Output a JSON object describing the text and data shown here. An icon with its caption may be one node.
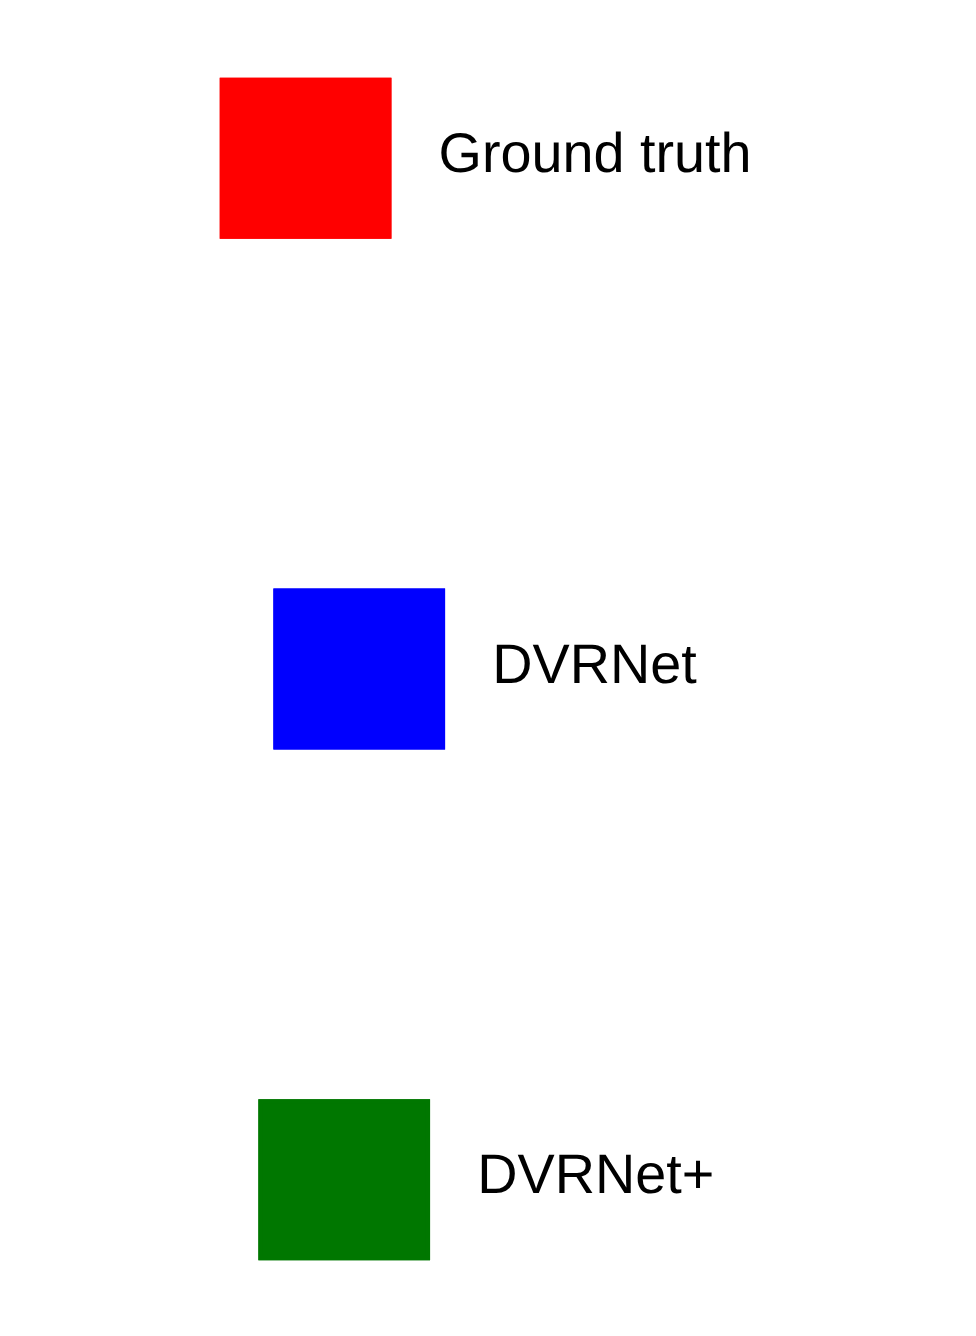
{
  "diagram": {
    "legend": [
      {
        "text": "Ground truth",
        "color": "#ff0000"
      },
      {
        "text": "DVRNet",
        "color": "#0000ff"
      },
      {
        "text": "DVRNet+",
        "color": "#007700"
      }
    ]
  }
}
